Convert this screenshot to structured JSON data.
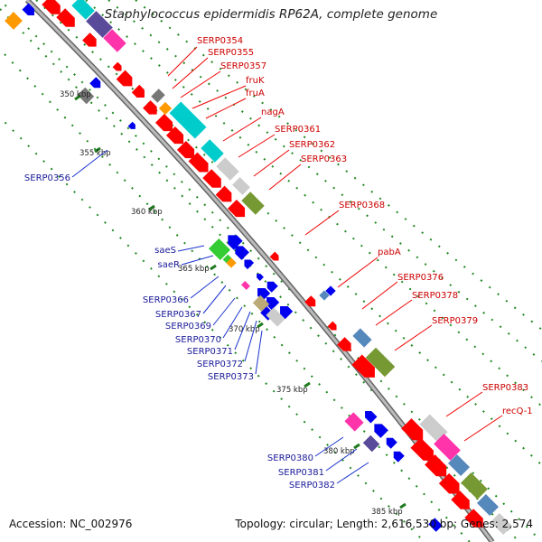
{
  "title": "Staphylococcus epidermidis RP62A, complete genome",
  "footer": {
    "accession": "Accession: NC_002976",
    "summary": "Topology: circular; Length: 2,616,530 bp; Genes: 2,574"
  },
  "ticks": [
    "350 kbp",
    "355 kbp",
    "360 kbp",
    "365 kbp",
    "370 kbp",
    "375 kbp",
    "380 kbp",
    "385 kbp"
  ],
  "labels_red": [
    "SERP0354",
    "SERP0355",
    "SERP0357",
    "fruK",
    "fruA",
    "nagA",
    "SERP0361",
    "SERP0362",
    "SERP0363",
    "SERP0368",
    "pabA",
    "SERP0376",
    "SERP0378",
    "SERP0379",
    "SERP0383",
    "recQ-1"
  ],
  "labels_blue": [
    "SERP0356",
    "saeS",
    "saeR",
    "SERP0366",
    "SERP0367",
    "SERP0369",
    "SERP0370",
    "SERP0371",
    "SERP0372",
    "SERP0373",
    "SERP0380",
    "SERP0381",
    "SERP0382"
  ],
  "colors": {
    "forward": "#ff0000",
    "reverse": "#0000ee",
    "backbone": "#999999",
    "cds_cyan": "#00cccc",
    "cds_magenta": "#ff33aa",
    "cds_purple": "#5a4a9a",
    "cds_olive": "#779933",
    "cds_silver": "#cccccc",
    "cds_gray": "#777777",
    "cds_orange": "#ff9900",
    "cds_green": "#33cc33",
    "cds_steel": "#5588bb",
    "cds_khaki": "#bbaa77",
    "dots": "#228822"
  }
}
